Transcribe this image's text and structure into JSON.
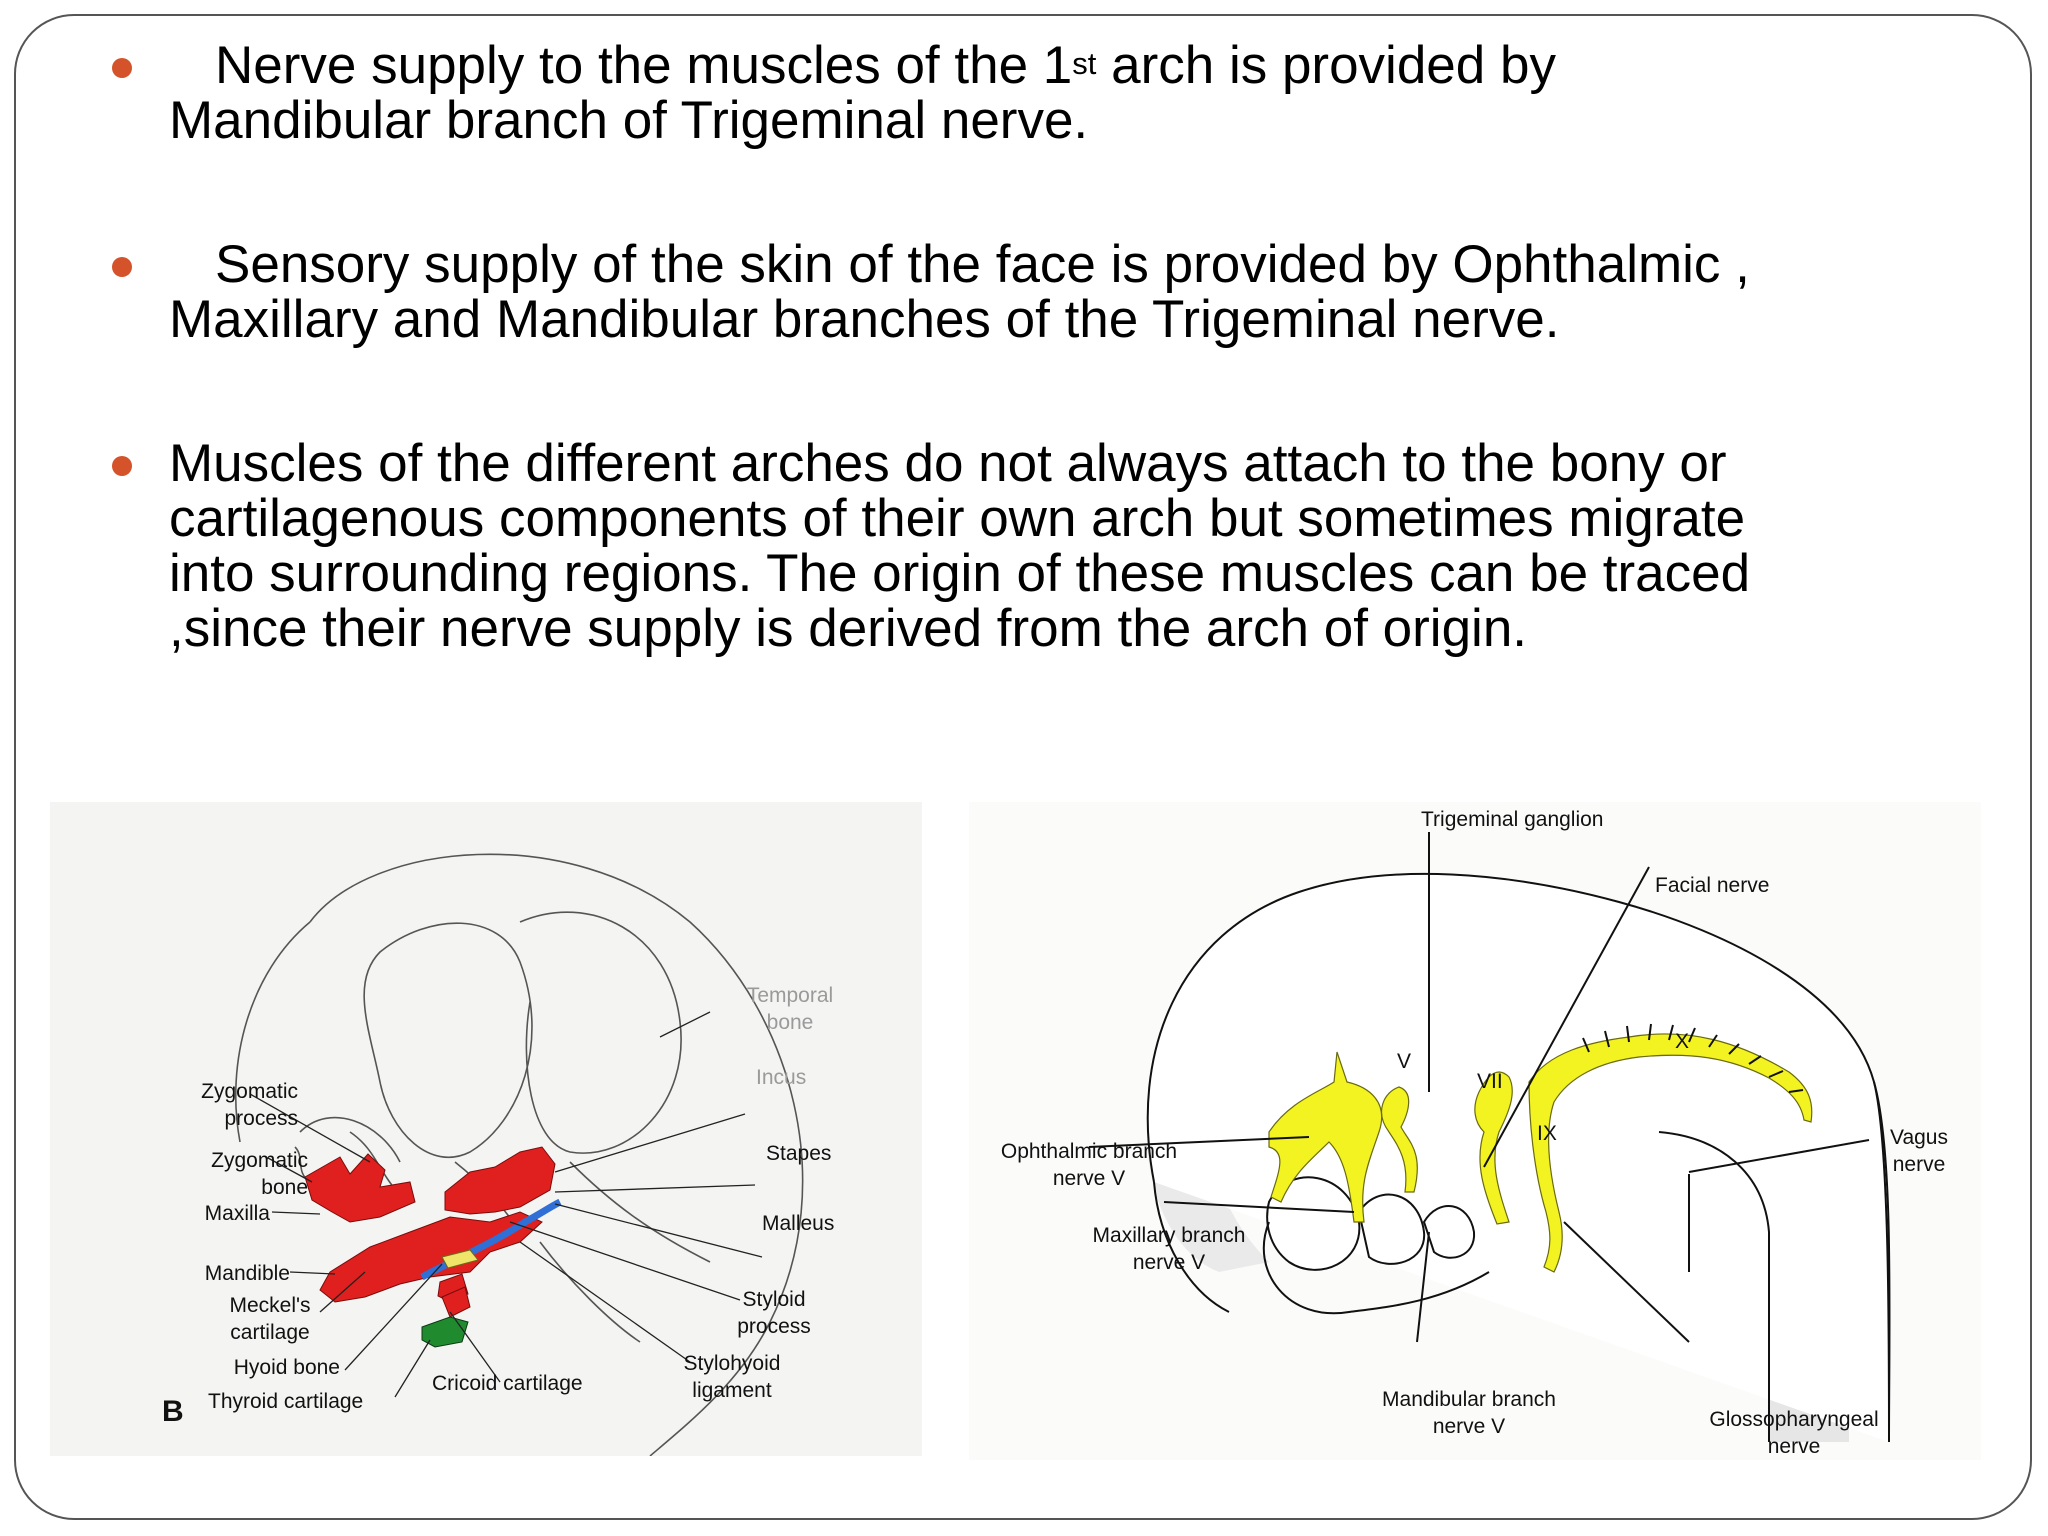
{
  "bullets": [
    {
      "pre": "Nerve supply to the muscles of the 1",
      "sup": "st",
      "post": " arch is provided by",
      "line2": "Mandibular branch of Trigeminal nerve."
    },
    {
      "line1": "Sensory supply of the skin of the face is provided by Ophthalmic ,",
      "line2": "Maxillary and Mandibular branches of the Trigeminal nerve."
    },
    {
      "line1": "Muscles of the different arches do not always attach to the bony or",
      "line2": "cartilagenous components of their own arch but sometimes migrate",
      "line3": "into surrounding regions. The origin of these muscles can be traced",
      "line4": ",since their nerve supply is derived from the arch of origin."
    }
  ],
  "left_figure": {
    "panel_letter": "B",
    "labels": {
      "zygomatic_process": [
        "Zygomatic",
        "process"
      ],
      "zygomatic_bone": [
        "Zygomatic",
        "bone"
      ],
      "maxilla": "Maxilla",
      "mandible": "Mandible",
      "meckels_cartilage": [
        "Meckel's",
        "cartilage"
      ],
      "hyoid_bone": "Hyoid bone",
      "thyroid_cartilage": "Thyroid cartilage",
      "cricoid_cartilage": "Cricoid cartilage",
      "temporal_bone": [
        "Temporal",
        "bone"
      ],
      "incus": "Incus",
      "stapes": "Stapes",
      "malleus": "Malleus",
      "styloid_process": [
        "Styloid",
        "process"
      ],
      "stylohyoid_ligament": [
        "Stylohyoid",
        "ligament"
      ]
    }
  },
  "right_figure": {
    "labels": {
      "trigeminal_ganglion": "Trigeminal ganglion",
      "facial_nerve": "Facial nerve",
      "v": "V",
      "vii": "VII",
      "ix": "IX",
      "x": "X",
      "ophthalmic": [
        "Ophthalmic branch",
        "nerve V"
      ],
      "maxillary": [
        "Maxillary branch",
        "nerve V"
      ],
      "mandibular": [
        "Mandibular branch",
        "nerve V"
      ],
      "glossopharyngeal": [
        "Glossopharyngeal",
        "nerve"
      ],
      "vagus": [
        "Vagus",
        "nerve"
      ]
    }
  },
  "colors": {
    "bullet": "#d4532a",
    "bone_red": "#e0201e",
    "cartilage_blue": "#2f6fd6",
    "hyoid_yellow": "#efe36a",
    "thyroid_green": "#1f8a2e",
    "nerve_yellow": "#f3f322"
  }
}
